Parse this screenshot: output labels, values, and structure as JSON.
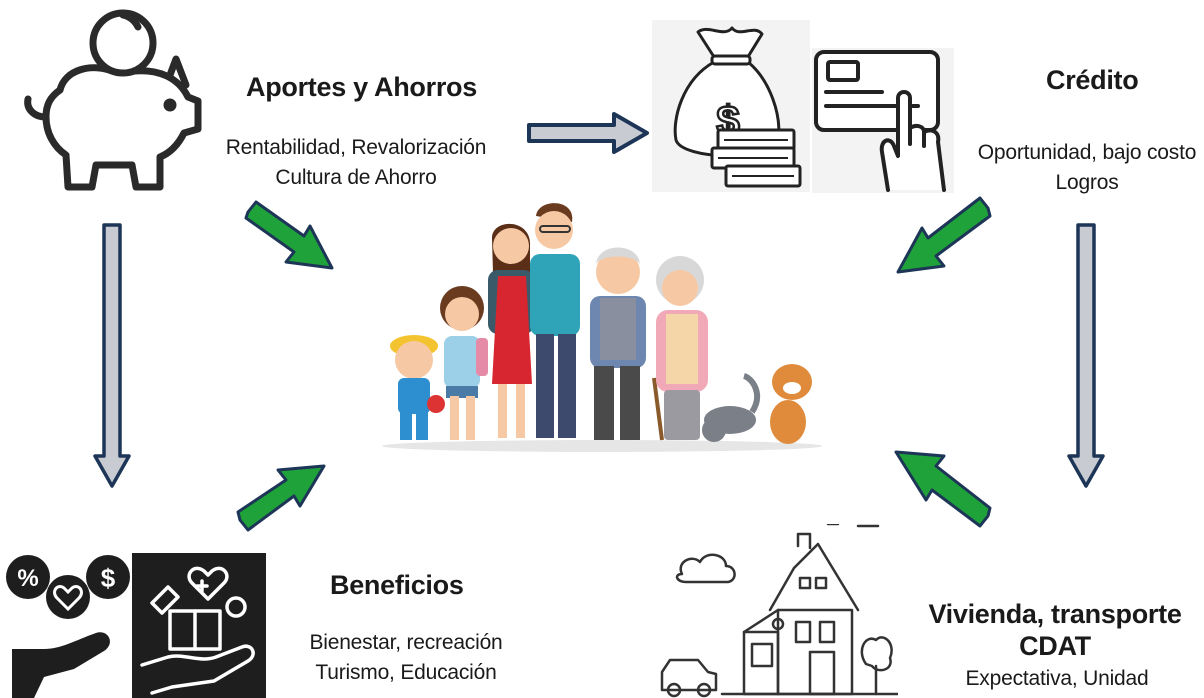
{
  "aportes": {
    "title": "Aportes y Ahorros",
    "line1": "Rentabilidad, Revalorización",
    "line2": "Cultura de Ahorro"
  },
  "credito": {
    "title": "Crédito",
    "line1": "Oportunidad, bajo costo",
    "line2": "Logros"
  },
  "beneficios": {
    "title": "Beneficios",
    "line1": "Bienestar, recreación",
    "line2": "Turismo, Educación"
  },
  "vivienda": {
    "title1": "Vivienda, transporte",
    "title2": "CDAT",
    "line1": "Expectativa, Unidad"
  },
  "colors": {
    "green_arrow": "#1fa23a",
    "navy_outline": "#1d3557",
    "grey_arrow": "#c8ccd2",
    "dark_tile": "#1e1e1e"
  },
  "icons": [
    "piggy-bank-icon",
    "money-bag-icon",
    "credit-card-icon",
    "benefits-icon",
    "gift-hand-icon",
    "house-icon",
    "family-illustration"
  ]
}
